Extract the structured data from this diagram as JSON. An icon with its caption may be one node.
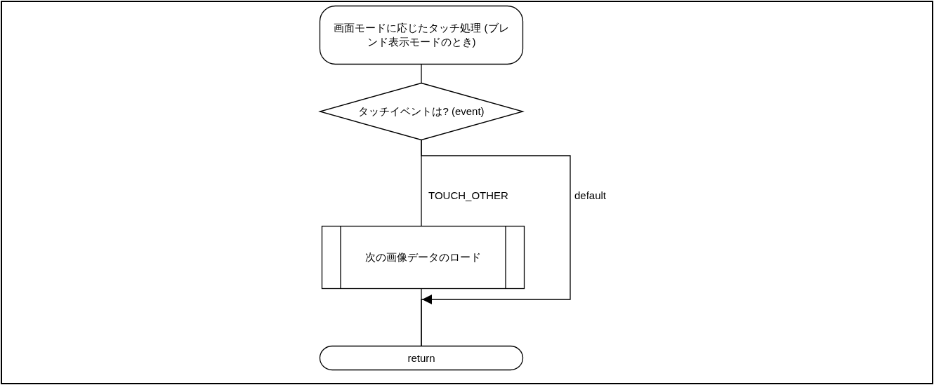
{
  "diagram": {
    "nodes": [
      {
        "text": [
          "画面モードに応じたタッチ処理 (ブレンド表示モードのとき)"
        ]
      },
      {
        "text": [
          "タッチイベントは? (event)"
        ]
      },
      {
        "text": [
          "次の画像データのロード"
        ]
      },
      {
        "text": [
          "return"
        ]
      }
    ],
    "edges": [
      {
        "from": 0,
        "to": 1,
        "arrow": "none"
      },
      {
        "from": 1,
        "to": 2,
        "arrow": "none",
        "label": "TOUCH_OTHER"
      },
      {
        "from": 2,
        "to": 3,
        "arrow": "none"
      },
      {
        "from": 1,
        "to": 3,
        "arrow": "to",
        "label": "default"
      }
    ]
  }
}
